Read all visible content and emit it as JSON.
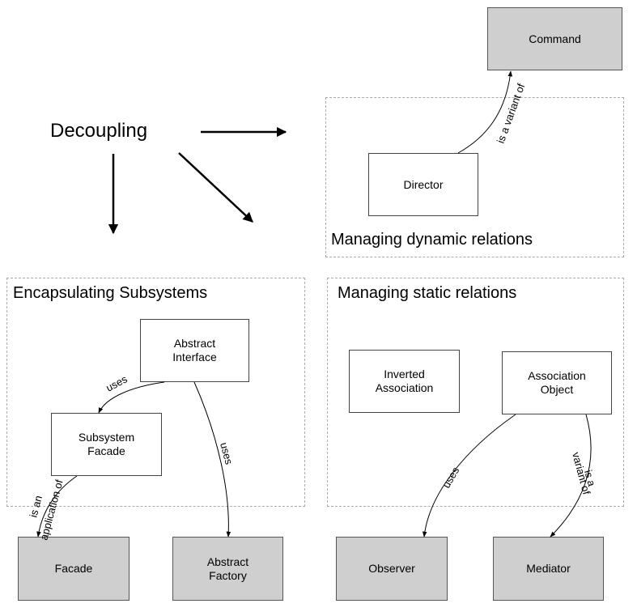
{
  "title": "Decoupling",
  "groups": {
    "dynamic": "Managing dynamic relations",
    "encapsulating": "Encapsulating Subsystems",
    "static": "Managing static relations"
  },
  "nodes": {
    "command": "Command",
    "director": "Director",
    "abstract_interface": "Abstract\nInterface",
    "subsystem_facade": "Subsystem\nFacade",
    "inverted_association": "Inverted\nAssociation",
    "association_object": "Association\nObject",
    "facade": "Facade",
    "abstract_factory": "Abstract\nFactory",
    "observer": "Observer",
    "mediator": "Mediator"
  },
  "edges": {
    "director_command": "is a variant of",
    "interface_facade": "uses",
    "interface_factory": "uses",
    "facade_facade_1": "is an",
    "facade_facade_2": "application of",
    "association_observer": "uses",
    "association_mediator_1": "is a",
    "association_mediator_2": "variant of"
  }
}
